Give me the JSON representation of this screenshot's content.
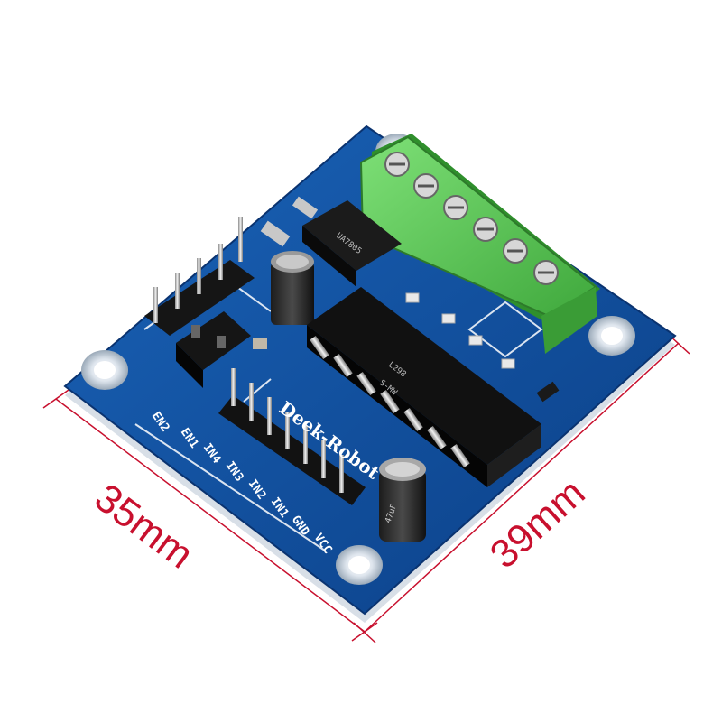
{
  "dimensions": {
    "width_label": "35mm",
    "height_label": "39mm",
    "line_color": "#c8102e"
  },
  "board": {
    "brand": "Deek-Robot",
    "pcb_color": "#0e4f9c",
    "terminal_color": "#5fcf5a",
    "pins": [
      "EN2",
      "EN1",
      "IN4",
      "IN3",
      "IN2",
      "IN1",
      "GND",
      "VCC"
    ],
    "chip_marking": [
      "L298",
      "UA7805",
      "S-MW"
    ],
    "capacitor_marking": "47uF"
  }
}
